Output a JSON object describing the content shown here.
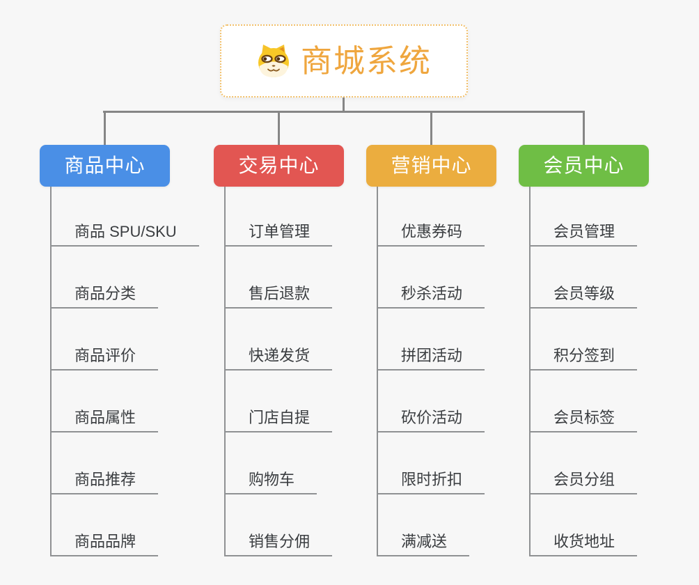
{
  "root": {
    "title": "商城系统",
    "icon": "dog-icon",
    "accent_color": "#efa63e"
  },
  "branches": [
    {
      "label": "商品中心",
      "color": "#4a8fe6",
      "items": [
        "商品 SPU/SKU",
        "商品分类",
        "商品评价",
        "商品属性",
        "商品推荐",
        "商品品牌"
      ]
    },
    {
      "label": "交易中心",
      "color": "#e25652",
      "items": [
        "订单管理",
        "售后退款",
        "快递发货",
        "门店自提",
        "购物车",
        "销售分佣"
      ]
    },
    {
      "label": "营销中心",
      "color": "#ebad3f",
      "items": [
        "优惠券码",
        "秒杀活动",
        "拼团活动",
        "砍价活动",
        "限时折扣",
        "满减送"
      ]
    },
    {
      "label": "会员中心",
      "color": "#6fbe45",
      "items": [
        "会员管理",
        "会员等级",
        "积分签到",
        "会员标签",
        "会员分组",
        "收货地址"
      ]
    }
  ],
  "connector_color": "#868686",
  "line_color": "#8f9193"
}
